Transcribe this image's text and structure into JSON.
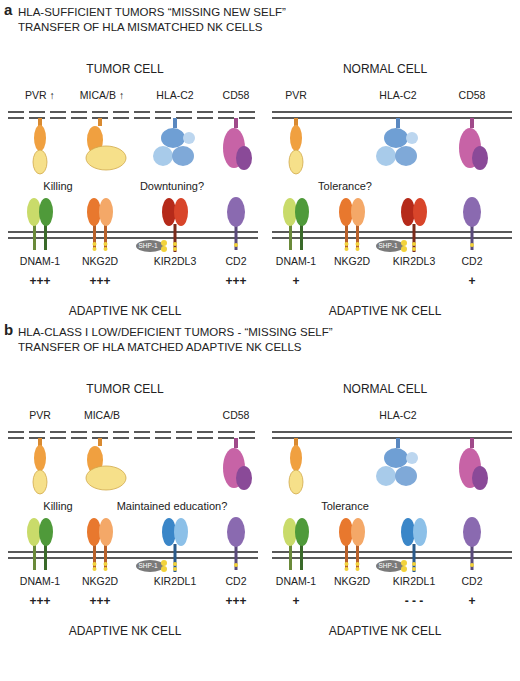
{
  "diagram": {
    "labels": [
      "a",
      "HLA-SUFFICIENT TUMORS “MISSING NEW SELF”",
      "TRANSFER OF HLA MISMATCHED NK CELLS",
      "TUMOR CELL",
      "NORMAL CELL",
      "PVR ↑",
      "MICA/B ↑",
      "HLA-C2",
      "CD58",
      "PVR",
      "HLA-C2",
      "CD58",
      "Killing",
      "Downtuning?",
      "Tolerance?",
      "SHP-1",
      "SHP-1",
      "DNAM-1",
      "NKG2D",
      "KIR2DL3",
      "CD2",
      "DNAM-1",
      "NKG2D",
      "KIR2DL3",
      "CD2",
      "+++",
      "+++",
      "+++",
      "+",
      "+",
      "ADAPTIVE NK CELL",
      "ADAPTIVE NK CELL",
      "b",
      "HLA-CLASS I LOW/DEFICIENT TUMORS - “MISSING SELF”",
      "TRANSFER OF HLA MATCHED ADAPTIVE NK CELLS",
      "TUMOR CELL",
      "NORMAL CELL",
      "PVR",
      "MICA/B",
      "CD58",
      "HLA-C2",
      "Killing",
      "Maintained education?",
      "Tolerance",
      "SHP-1",
      "SHP-1",
      "DNAM-1",
      "NKG2D",
      "KIR2DL1",
      "CD2",
      "DNAM-1",
      "NKG2D",
      "KIR2DL1",
      "CD2",
      "+++",
      "+++",
      "+++",
      "+",
      "- - -",
      "+",
      "ADAPTIVE NK CELL",
      "ADAPTIVE NK CELL"
    ]
  }
}
